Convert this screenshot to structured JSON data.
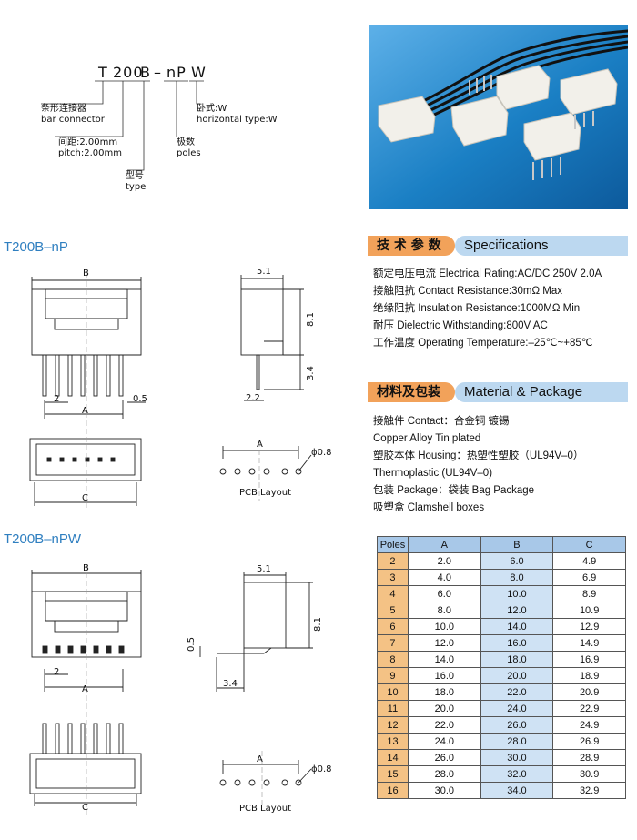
{
  "part_number": {
    "t": "T",
    "pitch": "200",
    "type": "B",
    "dash": "–",
    "poles": "nP",
    "horizontal": "W"
  },
  "legend": {
    "bar_cn": "条形连接器",
    "bar_en": "bar connector",
    "pitch_cn": "间距:2.00mm",
    "pitch_en": "pitch:2.00mm",
    "type_cn": "型号",
    "type_en": "type",
    "poles_cn": "极数",
    "poles_en": "poles",
    "horiz_cn": "卧式:W",
    "horiz_en": "horizontal type:W"
  },
  "sections": {
    "np": "T200B–nP",
    "npw": "T200B–nPW"
  },
  "drawing_labels": {
    "B": "B",
    "A": "A",
    "C": "C",
    "d2": "2",
    "d05": "0.5",
    "d51": "5.1",
    "d81": "8.1",
    "d34": "3.4",
    "d22": "2.2",
    "phi08": "ϕ0.8",
    "pcb": "PCB Layout",
    "d05b": "0.5"
  },
  "specs": {
    "header_cn": "技 术 参 数",
    "header_en": "Specifications",
    "lines": [
      "额定电压电流 Electrical Rating:AC/DC 250V 2.0A",
      "接触阻抗 Contact Resistance:30mΩ Max",
      "绝缘阻抗 Insulation Resistance:1000MΩ Min",
      "耐压 Dielectric Withstanding:800V AC",
      "工作温度 Operating Temperature:–25℃~+85℃"
    ]
  },
  "material": {
    "header_cn": "材料及包装",
    "header_en": "Material & Package",
    "lines": [
      "接触件 Contact：合金铜 镀锡",
      "Copper Alloy Tin plated",
      "塑胶本体 Housing：热塑性塑胶（UL94V–0）",
      "Thermoplastic (UL94V–0)",
      "包装 Package：袋装 Bag Package",
      "吸塑盒 Clamshell boxes"
    ]
  },
  "table": {
    "headers": [
      "Poles",
      "A",
      "B",
      "C"
    ],
    "rows": [
      [
        "2",
        "2.0",
        "6.0",
        "4.9"
      ],
      [
        "3",
        "4.0",
        "8.0",
        "6.9"
      ],
      [
        "4",
        "6.0",
        "10.0",
        "8.9"
      ],
      [
        "5",
        "8.0",
        "12.0",
        "10.9"
      ],
      [
        "6",
        "10.0",
        "14.0",
        "12.9"
      ],
      [
        "7",
        "12.0",
        "16.0",
        "14.9"
      ],
      [
        "8",
        "14.0",
        "18.0",
        "16.9"
      ],
      [
        "9",
        "16.0",
        "20.0",
        "18.9"
      ],
      [
        "10",
        "18.0",
        "22.0",
        "20.9"
      ],
      [
        "11",
        "20.0",
        "24.0",
        "22.9"
      ],
      [
        "12",
        "22.0",
        "26.0",
        "24.9"
      ],
      [
        "13",
        "24.0",
        "28.0",
        "26.9"
      ],
      [
        "14",
        "26.0",
        "30.0",
        "28.9"
      ],
      [
        "15",
        "28.0",
        "32.0",
        "30.9"
      ],
      [
        "16",
        "30.0",
        "34.0",
        "32.9"
      ]
    ]
  },
  "colors": {
    "accent_orange": "#f2a25a",
    "accent_blue": "#bcd8f0",
    "photo_bg": "#1a7fc4",
    "section_title": "#2f7fc0"
  }
}
